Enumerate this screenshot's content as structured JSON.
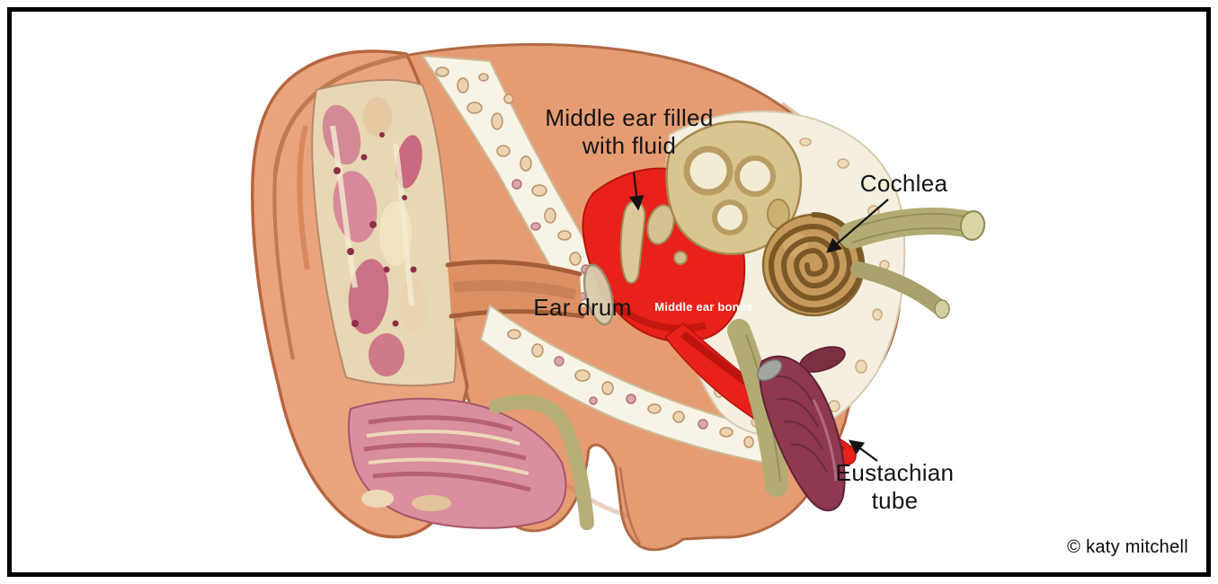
{
  "labels": {
    "middle_ear_fluid": {
      "line1": "Middle ear filled",
      "line2": "with fluid"
    },
    "cochlea": "Cochlea",
    "ear_drum": "Ear drum",
    "middle_ear_bones": "Middle ear bones",
    "eustachian": {
      "line1": "Eustachian",
      "line2": "tube"
    }
  },
  "credit": "© katy mitchell",
  "colors": {
    "background": "#ffffff",
    "frame_border": "#000000",
    "skin": "#e69c73",
    "skin_outline": "#b06a45",
    "middle_ear_red": "#e8221a",
    "spongy_bone_white": "#f7f3e6",
    "marbled_tissue": "#e7d7b2",
    "muscle_pink": "#d98f9e",
    "cochlea_gold": "#c59a5c",
    "ossicle_beige": "#dbc99c",
    "nerve_khaki": "#b2ab73",
    "muscle_maroon": "#8e3950",
    "label_text": "#141414",
    "bones_label_text": "#ffffff"
  }
}
